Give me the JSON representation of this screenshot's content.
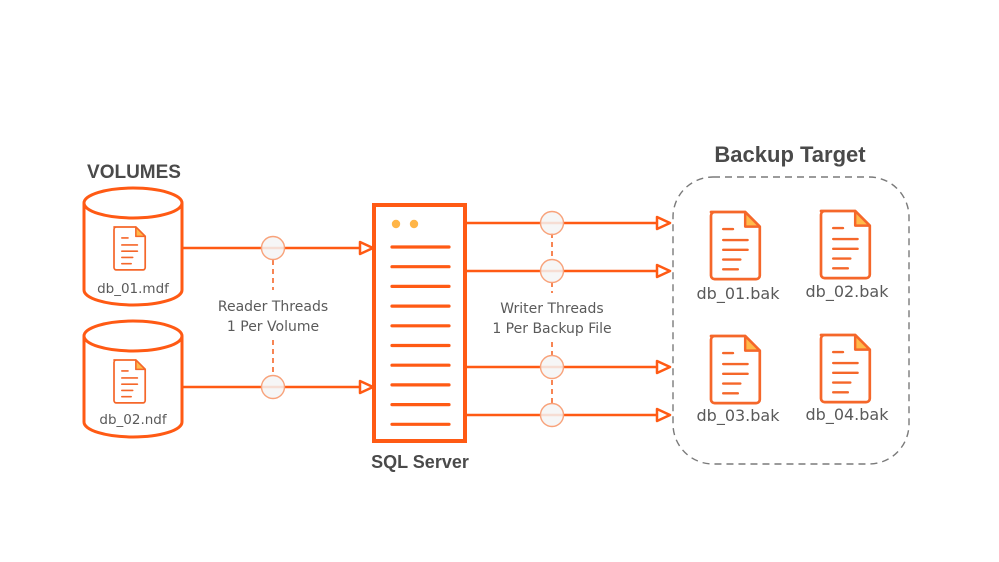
{
  "colors": {
    "accent": "#ff5a14",
    "accent_light": "#f5894f",
    "file_fold": "#ffba4a",
    "server_dots": "#ffb547",
    "thread_circle_fill": "#f4f4f4",
    "thread_circle_stroke": "#f8a27a",
    "text": "#5a5a5a",
    "heading": "#4a4a4a",
    "dashed_border": "#7a7a7a"
  },
  "volumes": {
    "heading": "VOLUMES",
    "items": [
      {
        "file": "db_01.mdf",
        "icon": "file-icon"
      },
      {
        "file": "db_02.ndf",
        "icon": "file-icon"
      }
    ]
  },
  "reader_threads": {
    "line1": "Reader Threads",
    "line2": "1 Per Volume",
    "count": 2
  },
  "server": {
    "label": "SQL Server",
    "icon": "server-icon"
  },
  "writer_threads": {
    "line1": "Writer Threads",
    "line2": "1 Per Backup File",
    "count": 4
  },
  "backup_target": {
    "heading": "Backup Target",
    "files": [
      {
        "file": "db_01.bak",
        "icon": "file-icon"
      },
      {
        "file": "db_02.bak",
        "icon": "file-icon"
      },
      {
        "file": "db_03.bak",
        "icon": "file-icon"
      },
      {
        "file": "db_04.bak",
        "icon": "file-icon"
      }
    ]
  }
}
